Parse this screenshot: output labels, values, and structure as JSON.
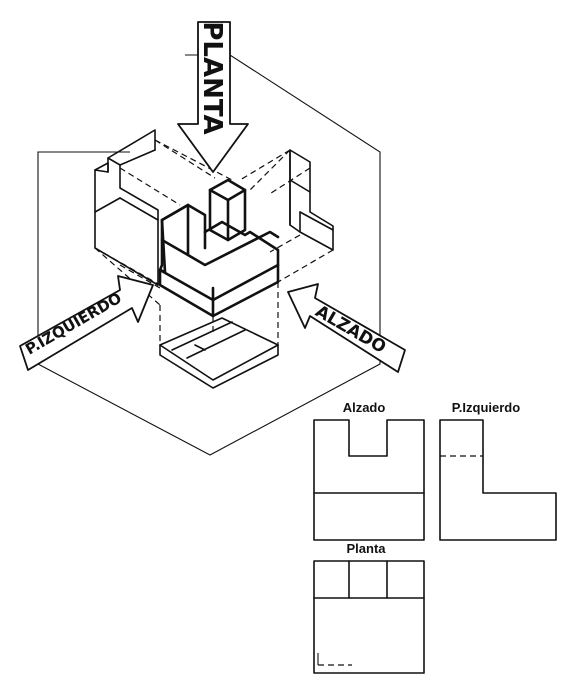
{
  "arrows": {
    "top": "PLANTA",
    "left": "P.IZQUIERDO",
    "right": "ALZADO"
  },
  "views": {
    "front": "Alzado",
    "side": "P.Izquierdo",
    "top": "Planta"
  }
}
